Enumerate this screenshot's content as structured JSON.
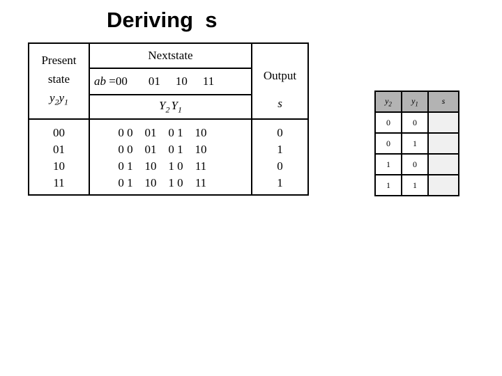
{
  "title": "Deriving  s",
  "colors": {
    "page_bg": "#ffffff",
    "text": "#000000",
    "border": "#000000",
    "header_bg": "#b3b3b3",
    "s_col_bg": "#f0f0f0"
  },
  "main_table": {
    "present_header": {
      "line1": "Present",
      "line2": "state",
      "vars": [
        {
          "b": "y",
          "s": "2"
        },
        {
          "b": "y",
          "s": "1"
        }
      ]
    },
    "nextstate_header": "Nextstate",
    "ab_row": {
      "var": "ab",
      "eq": " =00",
      "cols": [
        "01",
        "10",
        "11"
      ]
    },
    "ys_row": [
      {
        "b": "Y",
        "s": "2"
      },
      {
        "b": "Y",
        "s": "1"
      }
    ],
    "output_header": {
      "line1": "Output",
      "var": "s"
    },
    "rows": [
      {
        "present": "00",
        "next": [
          "0 0",
          "01",
          "0 1",
          "10"
        ],
        "output": "0"
      },
      {
        "present": "01",
        "next": [
          "0 0",
          "01",
          "0 1",
          "10"
        ],
        "output": "1"
      },
      {
        "present": "10",
        "next": [
          "0 1",
          "10",
          "1 0",
          "11"
        ],
        "output": "0"
      },
      {
        "present": "11",
        "next": [
          "0 1",
          "10",
          "1 0",
          "11"
        ],
        "output": "1"
      }
    ]
  },
  "small_table": {
    "headers": [
      {
        "b": "y",
        "s": "2"
      },
      {
        "b": "y",
        "s": "1"
      },
      {
        "b": "s",
        "s": ""
      }
    ],
    "rows": [
      {
        "y2": "0",
        "y1": "0",
        "s": ""
      },
      {
        "y2": "0",
        "y1": "1",
        "s": ""
      },
      {
        "y2": "1",
        "y1": "0",
        "s": ""
      },
      {
        "y2": "1",
        "y1": "1",
        "s": ""
      }
    ]
  }
}
